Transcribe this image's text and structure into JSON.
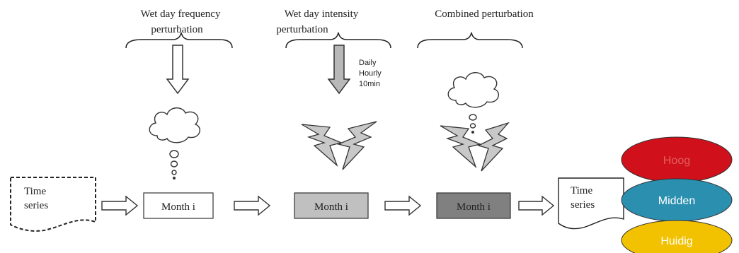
{
  "stages": {
    "frequency": {
      "title_line1": "Wet day   frequency",
      "title_line2": "perturbation",
      "box_label": "Month  i"
    },
    "intensity": {
      "title_line1": "Wet day   intensity",
      "title_line2": "perturbation",
      "box_label": "Month i",
      "resolutions": [
        "Daily",
        "Hourly",
        "10min"
      ]
    },
    "combined": {
      "title_line1": "Combined   perturbation",
      "box_label": "Month i"
    }
  },
  "input_doc": {
    "line1": "Time",
    "line2": "series"
  },
  "output_doc": {
    "line1": "Time",
    "line2": "series"
  },
  "scenarios": [
    {
      "label": "Hoog",
      "color": "#d0101a",
      "text_color": "#e06060"
    },
    {
      "label": "Midden",
      "color": "#2b8fb0",
      "text_color": "#ffffff"
    },
    {
      "label": "Huidig",
      "color": "#f2c200",
      "text_color": "#ffffff"
    }
  ],
  "colors": {
    "box_frequency": "#ffffff",
    "box_intensity": "#c0c0c0",
    "box_combined": "#808080",
    "grey_arrow": "#b8b8b8",
    "lightning": "#c8c8c8"
  },
  "icons": [
    "cloud-icon",
    "lightning-icon",
    "arrow-icon",
    "document-icon"
  ]
}
